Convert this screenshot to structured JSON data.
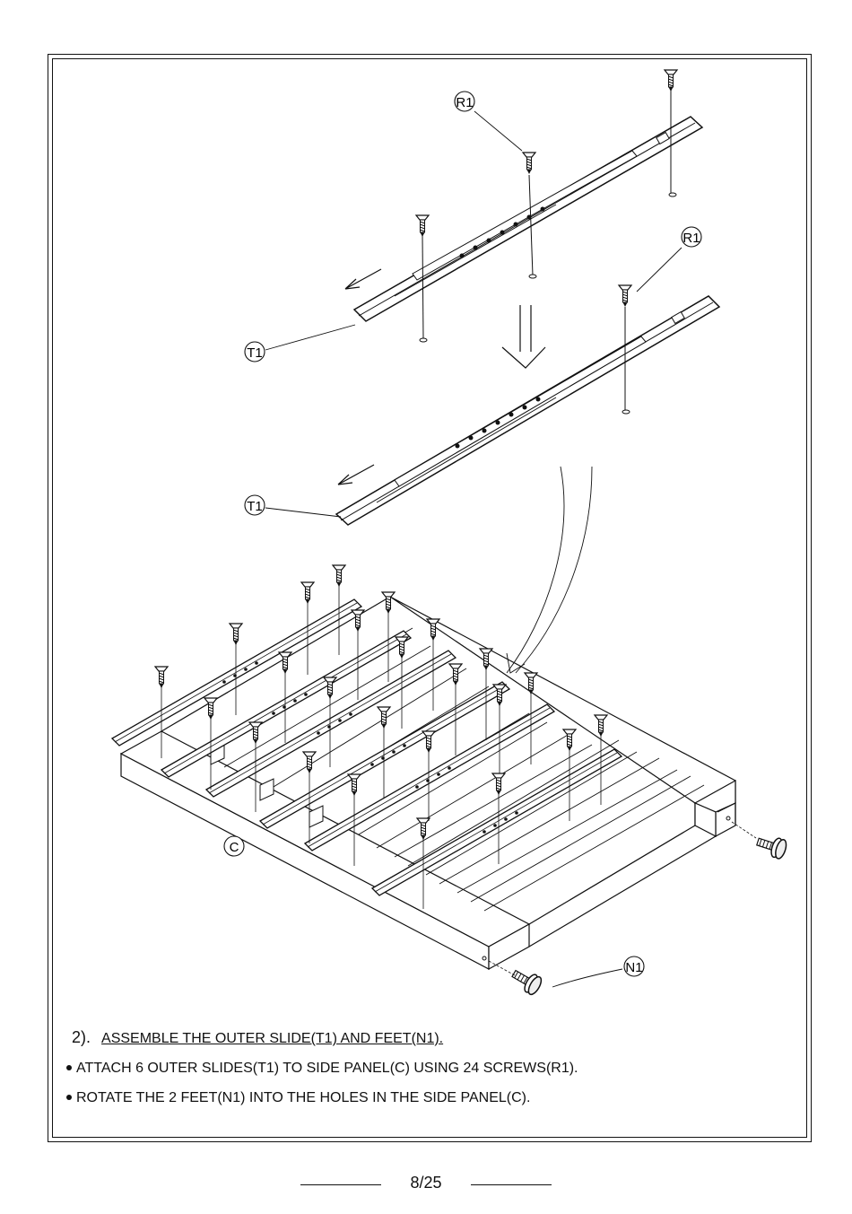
{
  "callouts": {
    "r1_a": "R1",
    "r1_b": "R1",
    "t1_a": "T1",
    "t1_b": "T1",
    "c": "C",
    "n1": "N1"
  },
  "step": {
    "number": "2).",
    "title": "ASSEMBLE THE OUTER SLIDE(T1) AND FEET(N1).",
    "bullets": [
      "ATTACH 6 OUTER SLIDES(T1) TO SIDE PANEL(C) USING 24 SCREWS(R1).",
      "ROTATE THE 2 FEET(N1) INTO THE HOLES IN THE SIDE PANEL(C)."
    ]
  },
  "page": {
    "number": "8/25"
  }
}
